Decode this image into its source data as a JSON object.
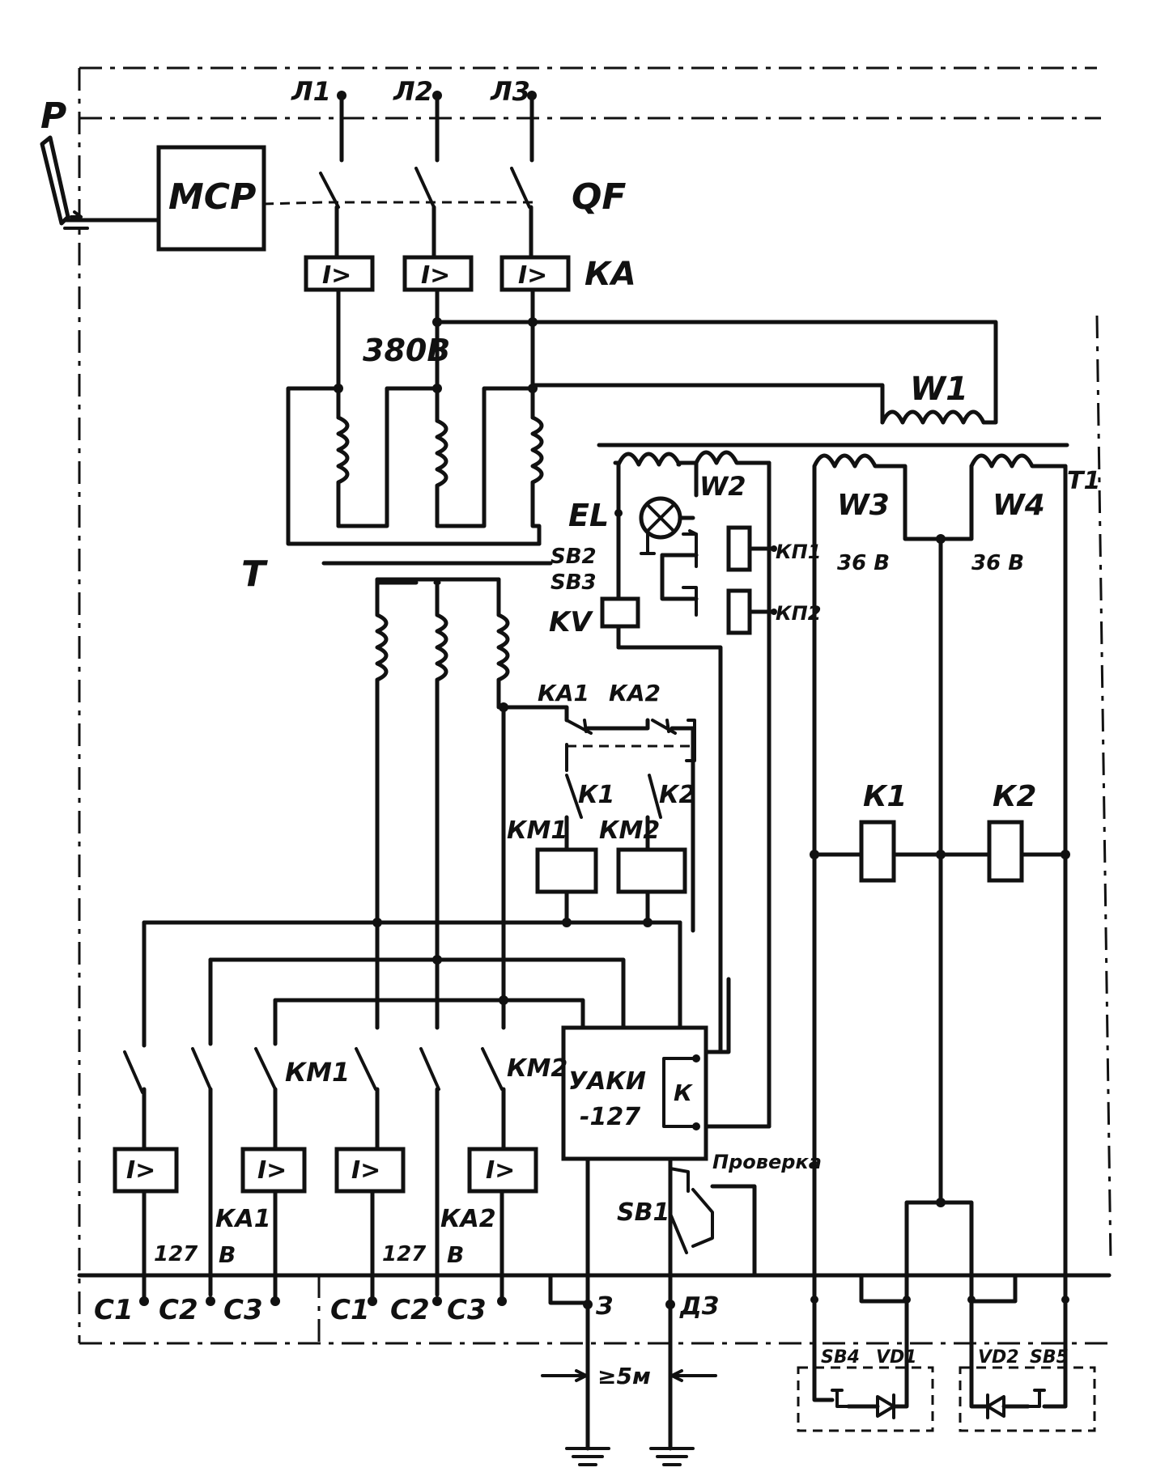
{
  "labels": {
    "p": "Р",
    "mcp": "МСР",
    "l1": "Л1",
    "l2": "Л2",
    "l3": "Л3",
    "qf": "QF",
    "ka": "КА",
    "relay_sym": "I>",
    "v380": "380В",
    "w1": "W1",
    "w2": "W2",
    "w3": "W3",
    "w4": "W4",
    "t1": "Т1",
    "el": "EL",
    "sb2": "SB2",
    "sb3": "SB3",
    "kv": "KV",
    "kp1": "КП1",
    "kp2": "КП2",
    "v36a": "36 В",
    "v36b": "36 В",
    "t": "Т",
    "ka1_top": "КА1",
    "ka2_top": "КА2",
    "k1_contact": "К1",
    "k2_contact": "К2",
    "km1_coil": "КМ1",
    "km2_coil": "КМ2",
    "k1_relay": "К1",
    "k2_relay": "К2",
    "km1_contact": "КМ1",
    "km2_contact": "КМ2",
    "uaki": "УАКИ",
    "uaki_num": "-127",
    "k_contact": "К",
    "proverka": "Проверка",
    "sb1": "SB1",
    "ka1_bottom": "КА1",
    "ka2_bottom": "КА2",
    "v127a": "127",
    "va": "В",
    "v127b": "127",
    "vb": "В",
    "c1a": "С1",
    "c2a": "С2",
    "c3a": "С3",
    "c1b": "С1",
    "c2b": "С2",
    "c3b": "С3",
    "z": "З",
    "dz": "ДЗ",
    "dist": "≥5м",
    "sb4": "SB4",
    "vd1": "VD1",
    "vd2": "VD2",
    "sb5": "SB5"
  }
}
